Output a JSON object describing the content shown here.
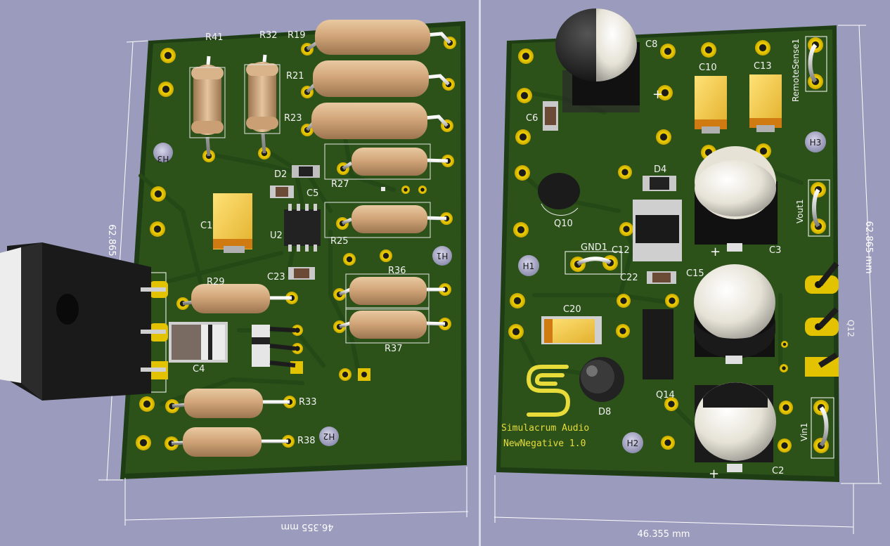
{
  "left_board": {
    "dimension_width": "46.355 mm",
    "dimension_height": "62.865",
    "refs": {
      "r41": "R41",
      "r32": "R32",
      "r19": "R19",
      "r21": "R21",
      "r23": "R23",
      "r27": "R27",
      "r25": "R25",
      "r29": "R29",
      "r36": "R36",
      "r37": "R37",
      "r33": "R33",
      "r38": "R38",
      "c1": "C1",
      "c4": "C4",
      "c5": "C5",
      "c23": "C23",
      "d2": "D2",
      "u2": "U2",
      "h1": "H1",
      "h2": "H2",
      "h3": "H3"
    }
  },
  "right_board": {
    "dimension_width": "46.355 mm",
    "dimension_height": "62.865 mm",
    "brand_line1": "Simulacrum Audio",
    "brand_line2": "NewNegative 1.0",
    "refs": {
      "c8": "C8",
      "c6": "C6",
      "c10": "C10",
      "c13": "C13",
      "remote": "RemoteSense1",
      "h3": "H3",
      "d4": "D4",
      "q10": "Q10",
      "vout": "Vout1",
      "c3": "C3",
      "gnd": "GND1",
      "c12": "C12",
      "c22": "C22",
      "h1": "H1",
      "c15": "C15",
      "c20": "C20",
      "q12": "Q12",
      "d8": "D8",
      "q14": "Q14",
      "h2": "H2",
      "vin": "Vin1",
      "c2": "C2"
    }
  }
}
